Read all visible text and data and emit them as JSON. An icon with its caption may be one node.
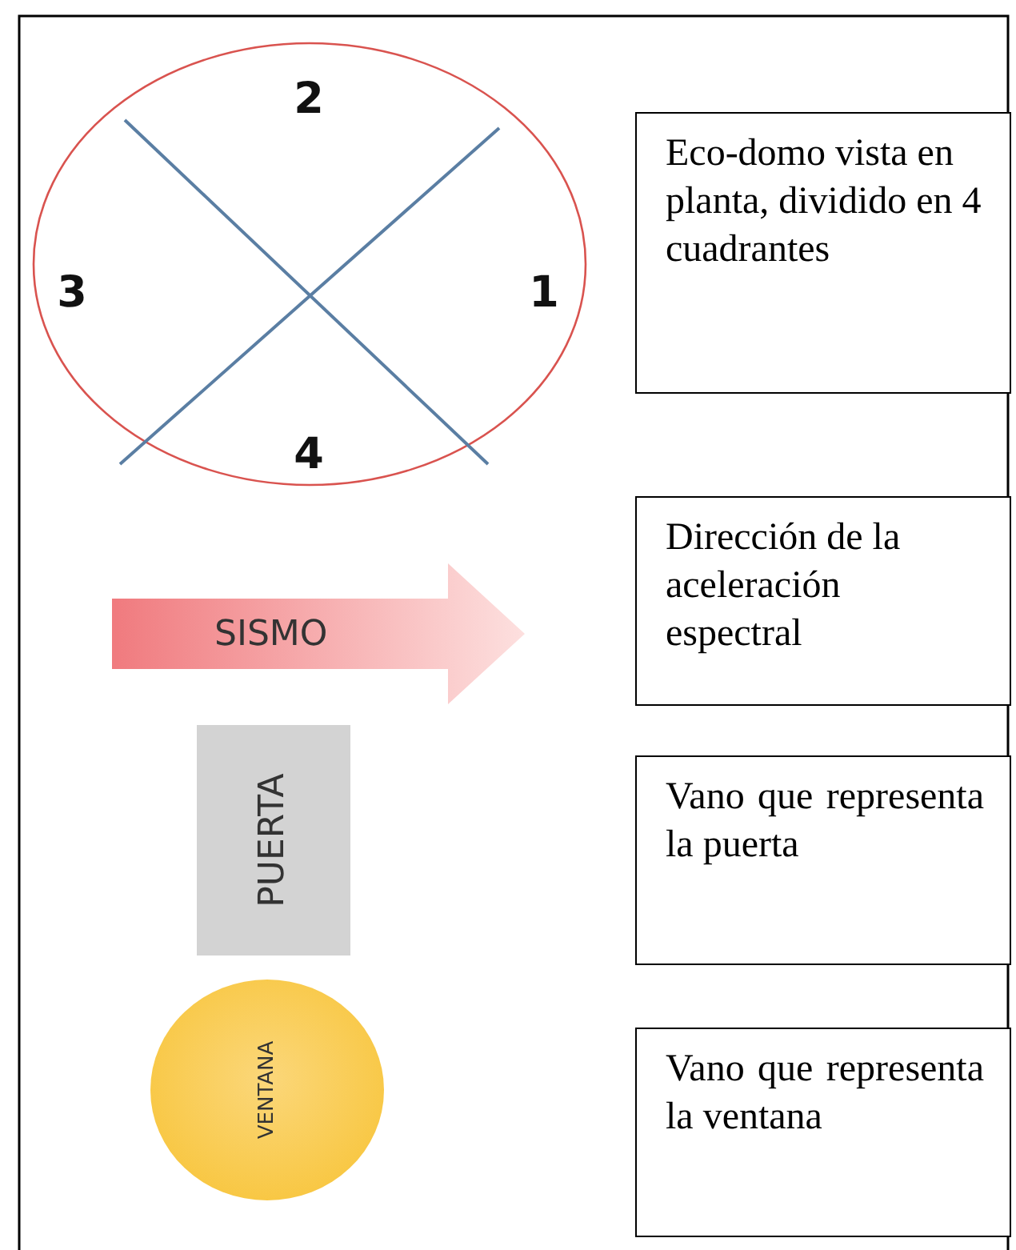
{
  "diagram": {
    "nodes": [
      {
        "text": [
          "2",
          "3",
          "1",
          "4"
        ]
      },
      {
        "text": [
          "Eco-domo vista en planta, dividido en 4 cuadrantes"
        ]
      },
      {
        "text": [
          "SISMO"
        ]
      },
      {
        "text": [
          "Dirección de la aceleración espectral"
        ]
      },
      {
        "text": [
          "PUERTA"
        ]
      },
      {
        "text": [
          "Vano que representa la puerta"
        ]
      },
      {
        "text": [
          "VENTANA"
        ]
      },
      {
        "text": [
          "Vano que representa la ventana"
        ]
      }
    ],
    "edges": []
  }
}
